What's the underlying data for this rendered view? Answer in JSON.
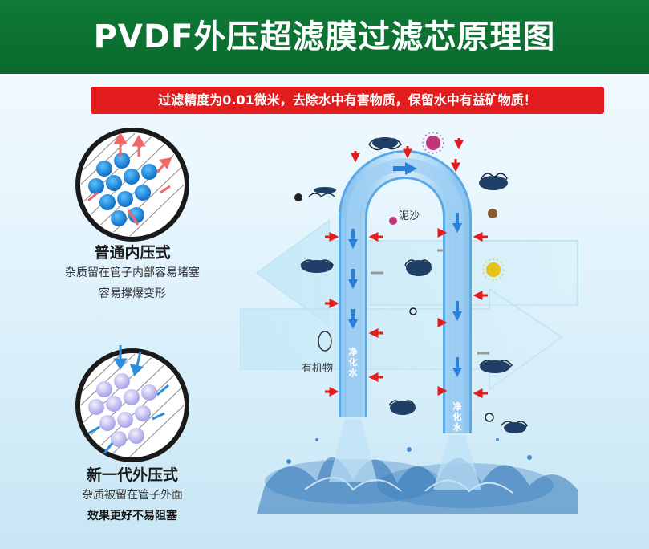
{
  "header": {
    "title": "PVDF外压超滤膜过滤芯原理图",
    "background_color": "#0b6a2e"
  },
  "banner": {
    "text": "过滤精度为0.01微米，去除水中有害物质，保留水中有益矿物质！",
    "background_color": "#e31d1d"
  },
  "left_panel": {
    "internal": {
      "title": "普通内压式",
      "desc_line1": "杂质留在管子内部容易堵塞",
      "desc_line2": "容易撑爆变形"
    },
    "external": {
      "title": "新一代外压式",
      "desc_line1": "杂质被留在管子外面",
      "desc_line2": "效果更好不易阻塞"
    }
  },
  "diagram": {
    "tube_label_left": "净化水",
    "tube_label_right": "净化水",
    "label_sand": "泥沙",
    "label_organic": "有机物",
    "accent_red": "#e31d1d",
    "accent_blue": "#2a7fd8"
  }
}
